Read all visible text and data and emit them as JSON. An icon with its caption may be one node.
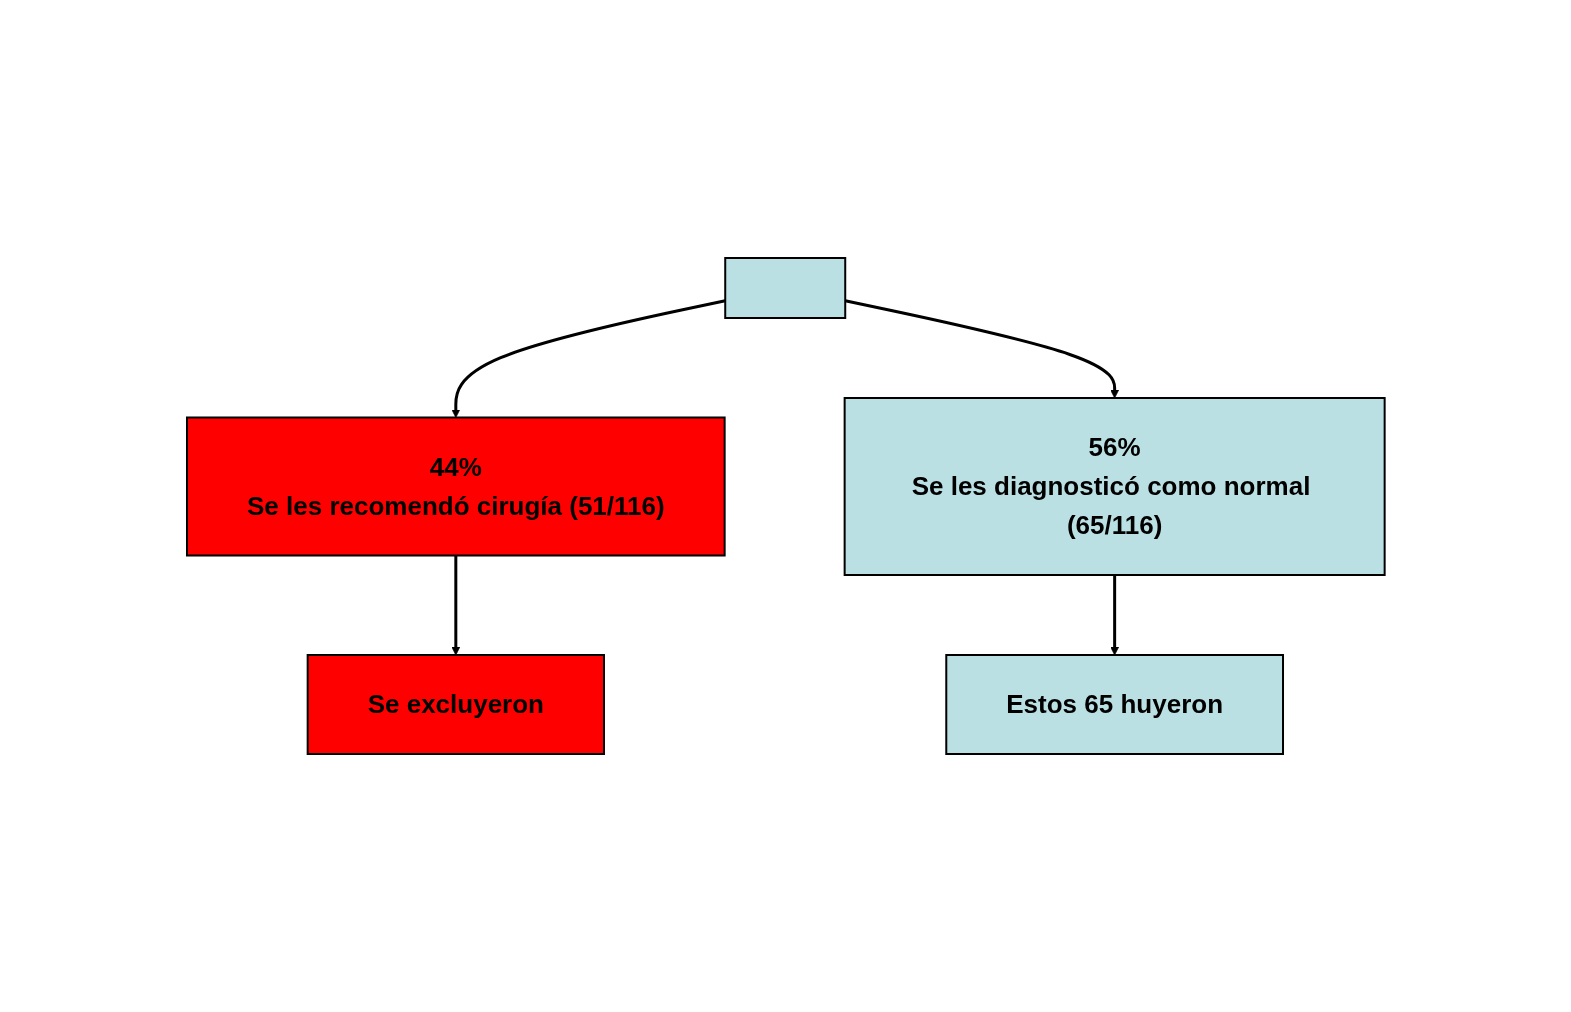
{
  "diagram": {
    "nodes": [
      {
        "text": [],
        "shape": "box"
      },
      {
        "text": [
          "44%",
          "Se les recomendó cirugía (51/116)"
        ]
      },
      {
        "text": [
          "56%",
          "Se les diagnosticó como normal (65/116)"
        ]
      },
      {
        "text": [
          "Se excluyeron"
        ]
      },
      {
        "text": [
          "Estos 65 huyeron"
        ]
      }
    ],
    "edges": [
      {
        "from": 0,
        "to": 1,
        "arrow": "to"
      },
      {
        "from": 0,
        "to": 2,
        "arrow": "to"
      },
      {
        "from": 1,
        "to": 3,
        "arrow": "to"
      },
      {
        "from": 2,
        "to": 4,
        "arrow": "to"
      }
    ]
  }
}
